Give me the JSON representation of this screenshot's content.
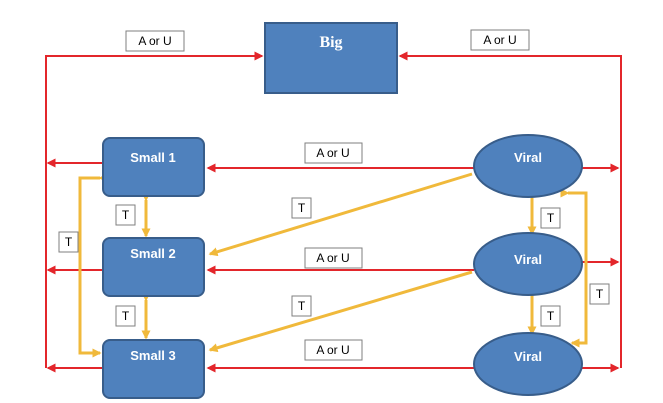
{
  "nodes": {
    "big": "Big",
    "small1": "Small 1",
    "small2": "Small 2",
    "small3": "Small 3",
    "viral1": "Viral",
    "viral2": "Viral",
    "viral3": "Viral"
  },
  "labels": {
    "top_left": "A or U",
    "top_right": "A or U",
    "row1": "A or U",
    "row2": "A or U",
    "row3": "A or U",
    "t_small12": "T",
    "t_small23": "T",
    "t_small_outer": "T",
    "t_viral1_small2": "T",
    "t_viral2_small3": "T",
    "t_viral12": "T",
    "t_viral23": "T",
    "t_viral_outer": "T"
  },
  "colors": {
    "node_fill": "#4f81bd",
    "node_stroke": "#385d8a",
    "red_arrow": "#e3262b",
    "gold_arrow": "#f0b93b"
  }
}
